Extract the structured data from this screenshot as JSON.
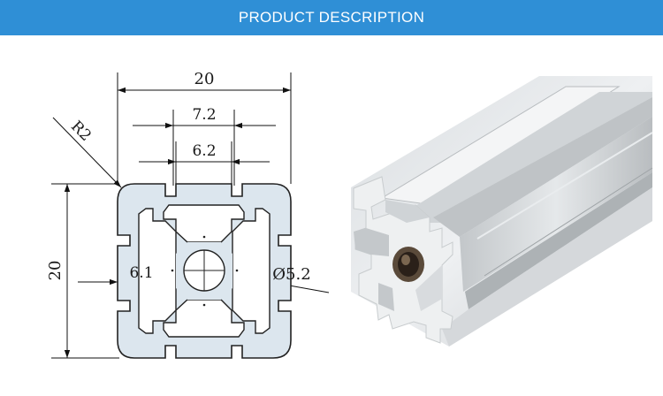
{
  "header": {
    "title": "PRODUCT DESCRIPTION"
  },
  "drawing": {
    "overall_width": "20",
    "overall_height": "20",
    "slot_opening_outer": "7.2",
    "slot_opening_inner": "6.2",
    "corner_radius": "R2",
    "center_offset": "6.1",
    "bore_diameter": "Ø5.2"
  },
  "colors": {
    "header_bg": "#2f8fd6",
    "profile_fill": "#dce6ee",
    "profile_stroke": "#222222"
  }
}
